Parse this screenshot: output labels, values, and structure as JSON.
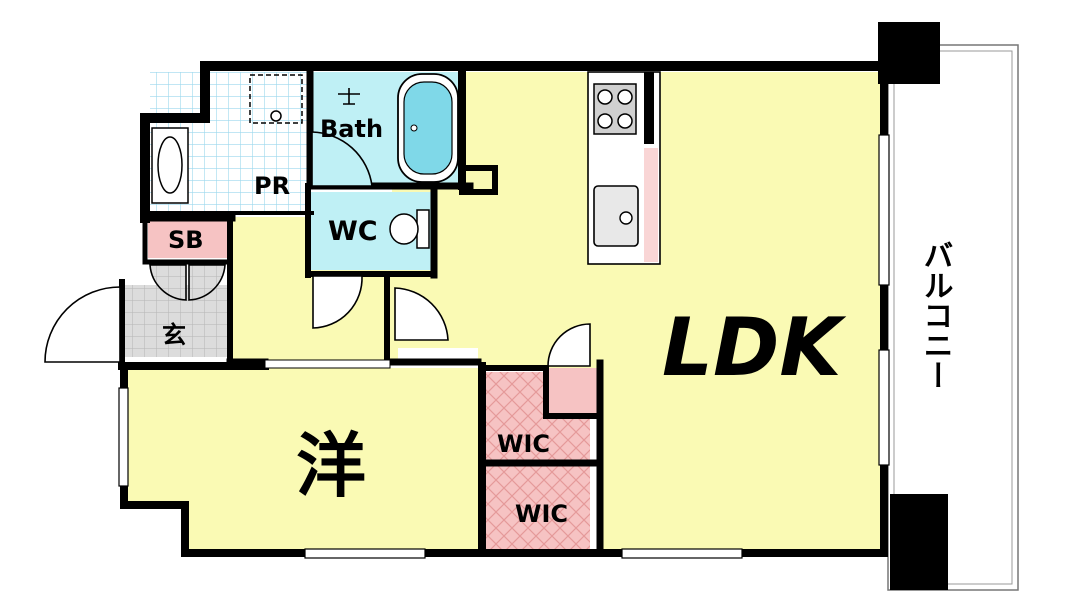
{
  "rooms": {
    "bath": "Bath",
    "powder_room": "PR",
    "toilet": "WC",
    "shoe_box": "SB",
    "entrance": "玄",
    "ldk": "LDK",
    "western_room": "洋",
    "walk_in_closet_1": "WIC",
    "walk_in_closet_2": "WIC",
    "balcony": "バルコニー"
  },
  "colors": {
    "yellow_floor": "#fafab4",
    "bath_blue": "#bff0f5",
    "tub_water": "#7fd8e8",
    "tile_grid": "#9cd8ee",
    "closet_pink": "#f6c3c3",
    "entrance_gray": "#d8d8d8",
    "wall": "#000000"
  }
}
